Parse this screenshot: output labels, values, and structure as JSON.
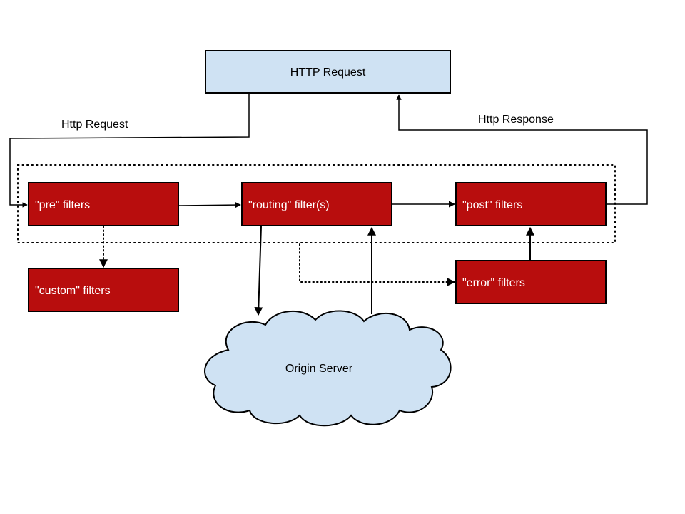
{
  "nodes": {
    "http_request_box": "HTTP Request",
    "pre_filters": "\"pre\" filters",
    "routing_filters": "\"routing\" filter(s)",
    "post_filters": "\"post\" filters",
    "custom_filters": "\"custom\" filters",
    "error_filters": "\"error\" filters",
    "origin_server": "Origin Server"
  },
  "edge_labels": {
    "http_request": "Http Request",
    "http_response": "Http Response"
  },
  "colors": {
    "request_box_fill": "#cfe2f3",
    "filter_box_fill": "#b80d0d",
    "cloud_fill": "#cfe2f3",
    "line": "#000000"
  },
  "edges": [
    {
      "from": "HTTP Request",
      "to": "\"pre\" filters",
      "style": "solid"
    },
    {
      "from": "\"pre\" filters",
      "to": "\"routing\" filter(s)",
      "style": "solid"
    },
    {
      "from": "\"routing\" filter(s)",
      "to": "\"post\" filters",
      "style": "solid"
    },
    {
      "from": "\"post\" filters",
      "to": "HTTP Request",
      "style": "solid"
    },
    {
      "from": "\"routing\" filter(s)",
      "to": "Origin Server",
      "style": "solid"
    },
    {
      "from": "Origin Server",
      "to": "\"routing\" filter(s)",
      "style": "solid"
    },
    {
      "from": "\"error\" filters",
      "to": "\"post\" filters",
      "style": "solid"
    },
    {
      "from": "\"pre\" filters",
      "to": "\"custom\" filters",
      "style": "dotted"
    },
    {
      "from": "filter group",
      "to": "\"error\" filters",
      "style": "dotted"
    }
  ]
}
